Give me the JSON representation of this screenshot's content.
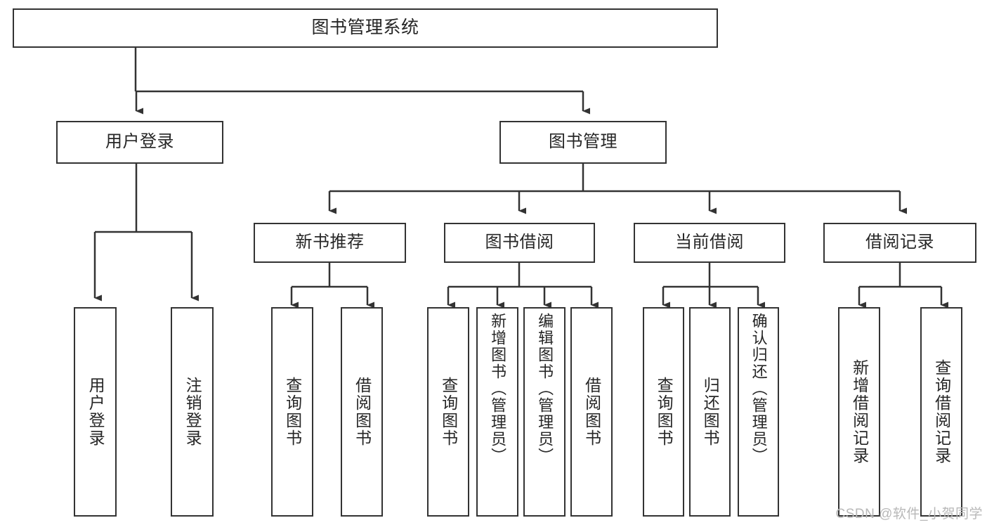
{
  "diagram": {
    "type": "tree-hierarchy",
    "title": "图书管理系统",
    "root": {
      "id": "root",
      "label": "图书管理系统"
    },
    "level2": [
      {
        "id": "user-login",
        "label": "用户登录"
      },
      {
        "id": "book-management",
        "label": "图书管理"
      }
    ],
    "level3": [
      {
        "id": "new-book-recommend",
        "label": "新书推荐",
        "parent": "book-management"
      },
      {
        "id": "book-borrow",
        "label": "图书借阅",
        "parent": "book-management"
      },
      {
        "id": "current-borrow",
        "label": "当前借阅",
        "parent": "book-management"
      },
      {
        "id": "borrow-record",
        "label": "借阅记录",
        "parent": "book-management"
      }
    ],
    "leaves": [
      {
        "id": "leaf-user-login",
        "label": "用户登录",
        "parent": "user-login"
      },
      {
        "id": "leaf-logout-login",
        "label": "注销登录",
        "parent": "user-login"
      },
      {
        "id": "leaf-query-book-1",
        "label": "查询图书",
        "parent": "new-book-recommend"
      },
      {
        "id": "leaf-borrow-book-1",
        "label": "借阅图书",
        "parent": "new-book-recommend"
      },
      {
        "id": "leaf-query-book-2",
        "label": "查询图书",
        "parent": "book-borrow"
      },
      {
        "id": "leaf-add-book",
        "label": "新增图书（管理员）",
        "parent": "book-borrow"
      },
      {
        "id": "leaf-edit-book",
        "label": "编辑图书（管理员）",
        "parent": "book-borrow"
      },
      {
        "id": "leaf-borrow-book-2",
        "label": "借阅图书",
        "parent": "book-borrow"
      },
      {
        "id": "leaf-query-book-3",
        "label": "查询图书",
        "parent": "current-borrow"
      },
      {
        "id": "leaf-return-book",
        "label": "归还图书",
        "parent": "current-borrow"
      },
      {
        "id": "leaf-confirm-return",
        "label": "确认归还（管理员）",
        "parent": "current-borrow"
      },
      {
        "id": "leaf-add-record",
        "label": "新增借阅记录",
        "parent": "borrow-record"
      },
      {
        "id": "leaf-query-record",
        "label": "查询借阅记录",
        "parent": "borrow-record"
      }
    ]
  },
  "watermark": {
    "text": "CSDN @软件_小贺同学"
  },
  "colors": {
    "stroke": "#333333",
    "box_fill": "#ffffff",
    "text": "#262626",
    "watermark": "#b8b8b8",
    "background": "#ffffff"
  }
}
